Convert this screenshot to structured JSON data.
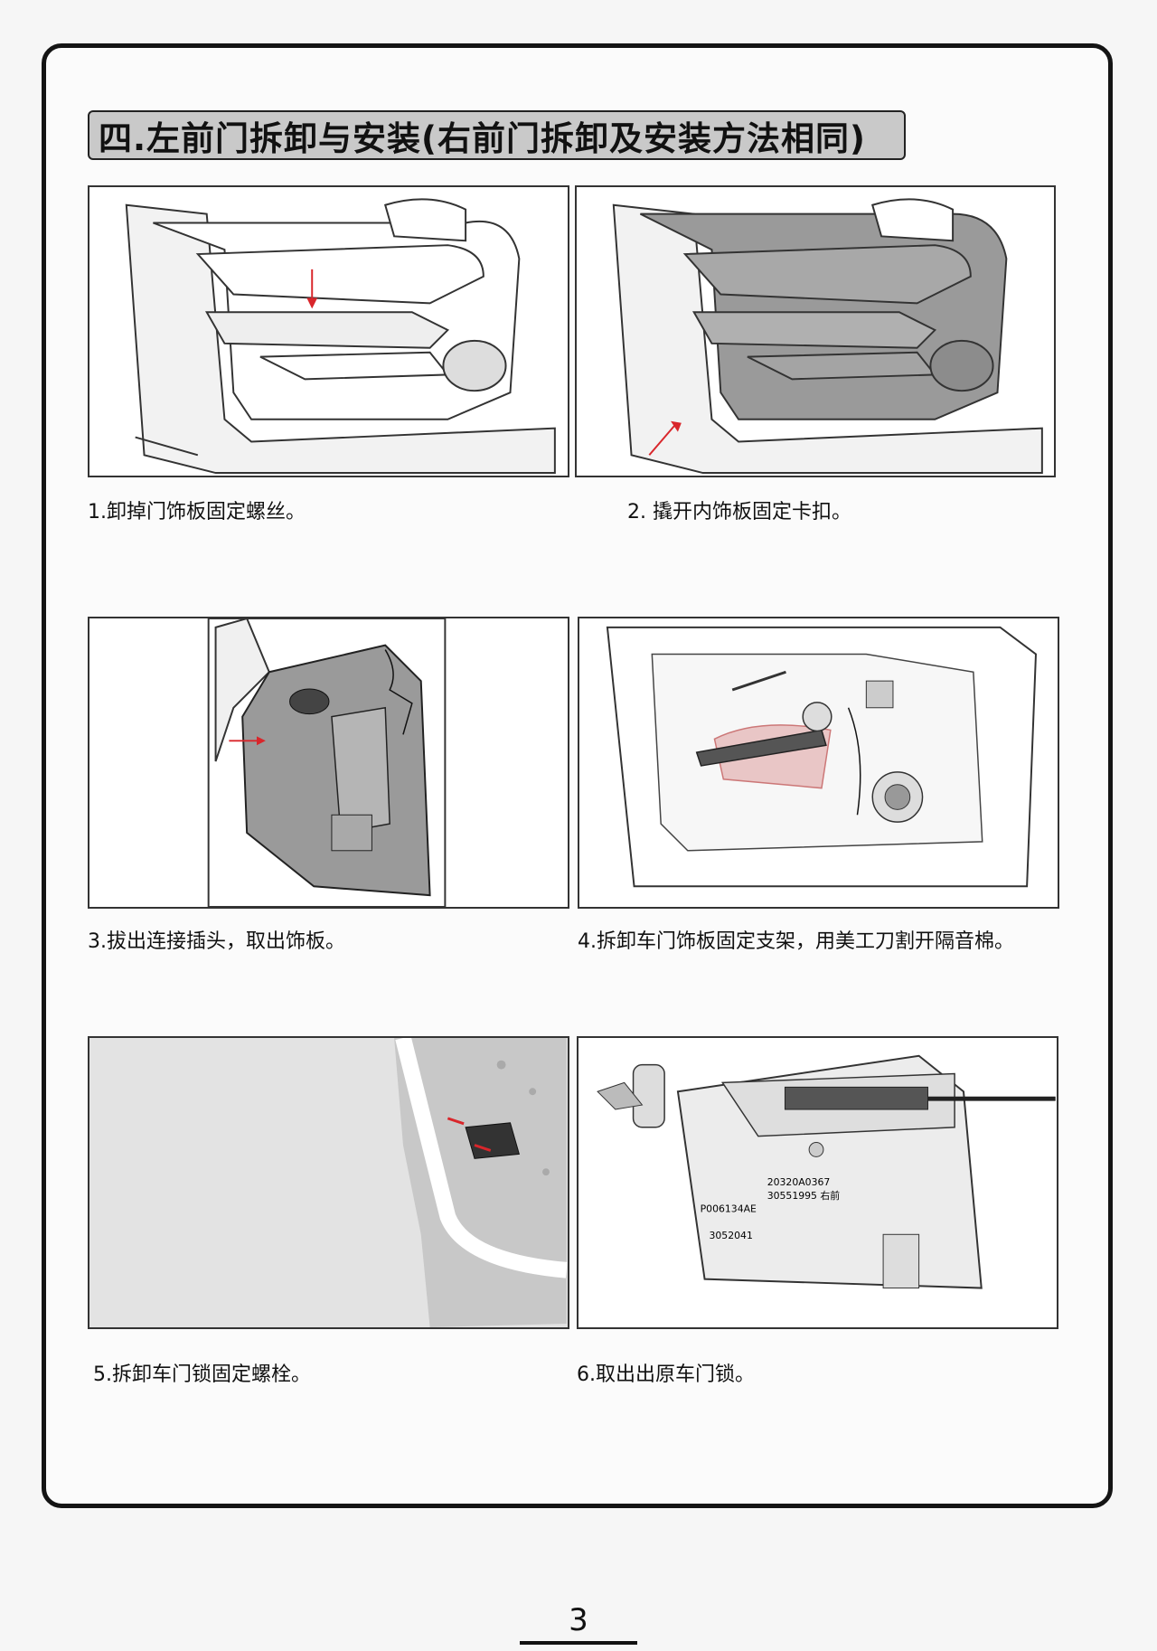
{
  "title": "四.左前门拆卸与安装(右前门拆卸及安装方法相同)",
  "steps": [
    {
      "caption": "1.卸掉门饰板固定螺丝。"
    },
    {
      "caption": "2. 撬开内饰板固定卡扣。"
    },
    {
      "caption": "3.拔出连接插头，取出饰板。"
    },
    {
      "caption": "4.拆卸车门饰板固定支架，用美工刀割开隔音棉。"
    },
    {
      "caption": "5.拆卸车门锁固定螺栓。"
    },
    {
      "caption": "6.取出出原车门锁。"
    }
  ],
  "lock_labels": [
    "P006134AE",
    "30551995 右前",
    "20320A0367",
    "3052041"
  ],
  "page_number": "3",
  "colors": {
    "arrow": "#d9262b",
    "panel_gray": "#9a9a9a",
    "frame": "#141414"
  }
}
